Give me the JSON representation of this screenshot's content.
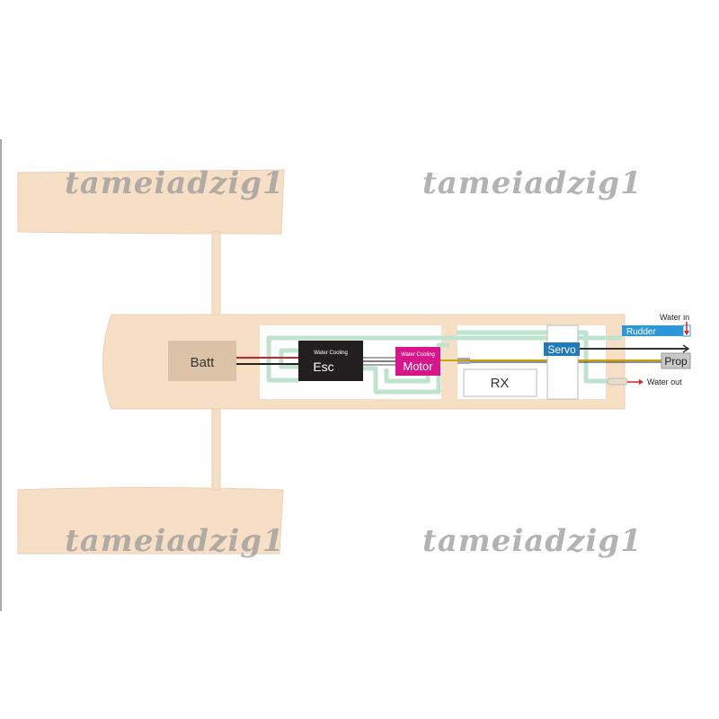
{
  "components": {
    "battery": "Batt",
    "esc_subtitle": "Water Cooling",
    "esc_title": "Esc",
    "motor_subtitle": "Water Cooling",
    "motor_title": "Motor",
    "receiver": "RX",
    "servo": "Servo",
    "rudder": "Rudder",
    "prop": "Prop"
  },
  "annotations": {
    "water_in": "Water in",
    "water_out": "Water out"
  },
  "watermark": {
    "text": "tameiadzig1"
  },
  "colors": {
    "hull": "#f7dfc6",
    "hull_stroke": "#ead2b8",
    "battery": "#dcc2a6",
    "esc": "#231f20",
    "motor": "#d6168a",
    "servo": "#1f7bbd",
    "rudder": "#2e97d8",
    "prop": "#c8c8c8",
    "cooling_line": "#bfe3cf",
    "wire_red": "#c1272d",
    "wire_black": "#222222",
    "wire_yellow": "#e8b400",
    "water_arrow": "#d9261c"
  }
}
